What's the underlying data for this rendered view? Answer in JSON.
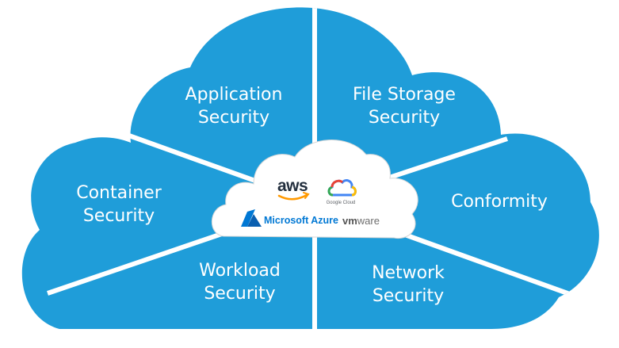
{
  "segments": {
    "application_security": [
      "Application",
      "Security"
    ],
    "file_storage_security": [
      "File Storage",
      "Security"
    ],
    "container_security": [
      "Container",
      "Security"
    ],
    "conformity": [
      "Conformity"
    ],
    "workload_security": [
      "Workload",
      "Security"
    ],
    "network_security": [
      "Network",
      "Security"
    ]
  },
  "providers": {
    "aws": "aws",
    "google_cloud": "Google Cloud",
    "microsoft_azure": "Microsoft Azure",
    "vmware_prefix": "vm",
    "vmware_suffix": "ware"
  },
  "colors": {
    "cloud_blue": "#1f9dd9",
    "divider": "#ffffff",
    "label_text": "#ffffff",
    "aws_text": "#232f3e",
    "aws_smile": "#ff9900",
    "azure_blue": "#0078d4",
    "vmware_gray": "#6e6e6e"
  },
  "icons": [
    "aws-smile-icon",
    "google-cloud-icon",
    "azure-icon"
  ]
}
